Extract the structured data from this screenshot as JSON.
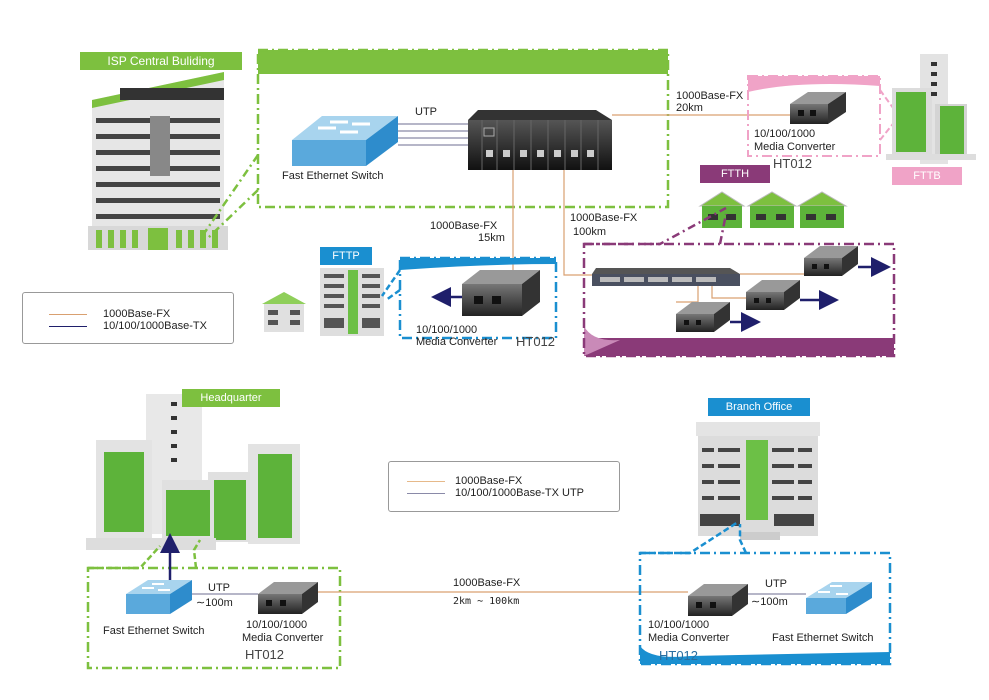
{
  "colors": {
    "green": "#7dc03f",
    "blue": "#1a8fd0",
    "pink": "#f0a3c7",
    "purple": "#8a3a78",
    "fiber": "#d9a070",
    "utp": "#1f1f6b",
    "utp_light": "#8a8aa8"
  },
  "isp": {
    "title": "ISP  Central Buliding",
    "switch_label": "Fast Ethernet Switch",
    "utp_label": "UTP"
  },
  "links": {
    "fttb_speed": "1000Base-FX",
    "fttb_dist": "20km",
    "fttp_speed": "1000Base-FX",
    "fttp_dist": "15km",
    "ftth_speed": "1000Base-FX",
    "ftth_dist": "100km"
  },
  "fttb": {
    "tag": "FTTB",
    "converter_line1": "10/100/1000",
    "converter_line2": "Media  Converter",
    "model": "HT012"
  },
  "ftth": {
    "tag": "FTTH"
  },
  "fttp": {
    "tag": "FTTP",
    "converter_line1": "10/100/1000",
    "converter_line2": "Media  Converter",
    "model": "HT012"
  },
  "legend_top": {
    "items": [
      {
        "label": "1000Base-FX",
        "type": "fiber"
      },
      {
        "label": "10/100/1000Base-TX",
        "type": "utp"
      }
    ]
  },
  "legend_bottom": {
    "items": [
      {
        "label": "1000Base-FX",
        "type": "fiber"
      },
      {
        "label": "10/100/1000Base-TX UTP",
        "type": "utp"
      }
    ]
  },
  "headquarter": {
    "tag": "Headquarter",
    "switch_label": "Fast Ethernet Switch",
    "utp_label": "UTP",
    "utp_dist": "∼100m",
    "converter_line1": "10/100/1000",
    "converter_line2": "Media Converter",
    "model": "HT012"
  },
  "wan": {
    "speed": "1000Base-FX",
    "dist": "2km ∼ 100km"
  },
  "branch": {
    "tag": "Branch  Office",
    "switch_label": "Fast Ethernet Switch",
    "utp_label": "UTP",
    "utp_dist": "∼100m",
    "converter_line1": "10/100/1000",
    "converter_line2": "Media Converter",
    "model": "HT012"
  }
}
